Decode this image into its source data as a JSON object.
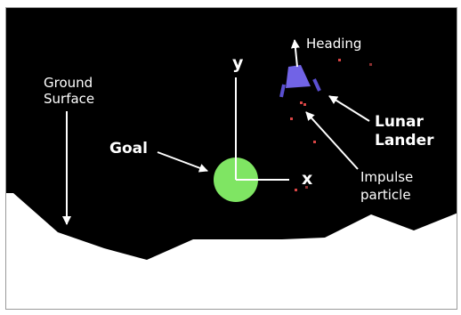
{
  "labels": {
    "ground_line1": "Ground",
    "ground_line2": "Surface",
    "goal": "Goal",
    "y_axis": "y",
    "x_axis": "x",
    "heading": "Heading",
    "lander_line1": "Lunar",
    "lander_line2": "Lander",
    "impulse_line1": "Impulse",
    "impulse_line2": "particle"
  },
  "colors": {
    "sky": "#000000",
    "ground": "#ffffff",
    "goal": "#7fe563",
    "lander_body": "#7163e6",
    "lander_legs": "#5a4fd0",
    "particle": "#d94545",
    "arrow": "#ffffff"
  }
}
